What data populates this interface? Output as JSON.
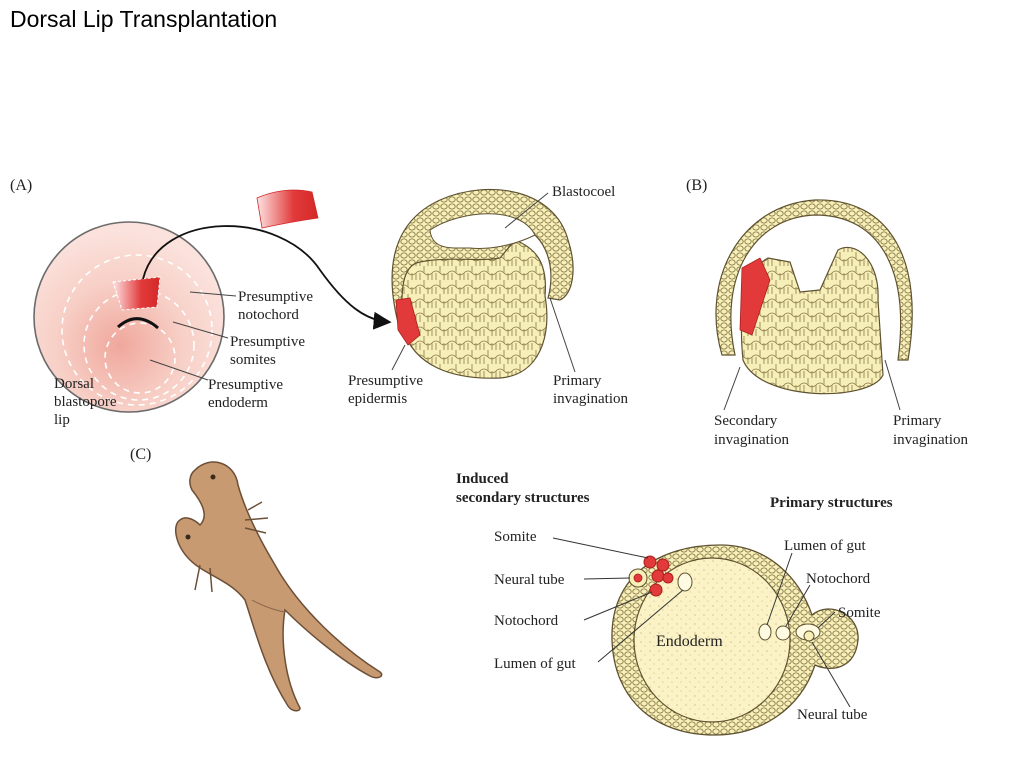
{
  "title": "Dorsal Lip Transplantation",
  "colors": {
    "yolk": "#f7efb8",
    "cell_line": "#8a7a48",
    "graft": "#e23a3a",
    "pink_light": "#fbe2dc",
    "pink_mid": "#f0a79c",
    "salamander": "#c79a72",
    "salamander_outline": "#6d4f36"
  },
  "panel_a": {
    "tag": "(A)",
    "lbl_notochord": [
      "Presumptive",
      "notochord"
    ],
    "lbl_somites": [
      "Presumptive",
      "somites"
    ],
    "lbl_endoderm": [
      "Presumptive",
      "endoderm"
    ],
    "lbl_dorsal_lip": [
      "Dorsal",
      "blastopore",
      "lip"
    ],
    "lbl_blastocoel": "Blastocoel",
    "lbl_epidermis": [
      "Presumptive",
      "epidermis"
    ],
    "lbl_primary": [
      "Primary",
      "invagination"
    ]
  },
  "panel_b": {
    "tag": "(B)",
    "lbl_secondary": [
      "Secondary",
      "invagination"
    ],
    "lbl_primary": [
      "Primary",
      "invagination"
    ]
  },
  "panel_c": {
    "tag": "(C)",
    "induced_heading": [
      "Induced",
      "secondary structures"
    ],
    "primary_heading": "Primary structures",
    "left_labels": [
      "Somite",
      "Neural tube",
      "Notochord",
      "Lumen of gut"
    ],
    "right_labels": [
      "Lumen of gut",
      "Notochord",
      "Somite",
      "Neural tube"
    ],
    "endoderm": "Endoderm"
  }
}
